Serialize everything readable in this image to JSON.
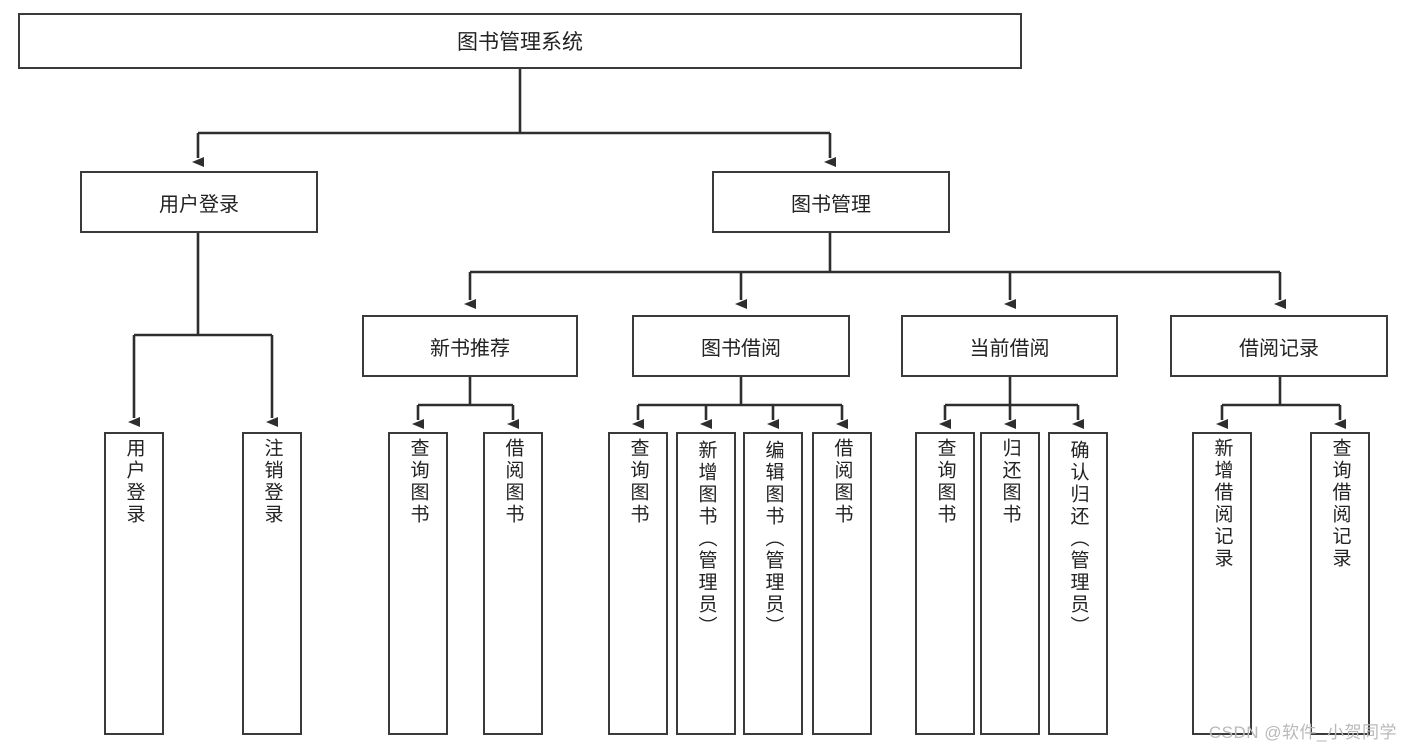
{
  "diagram": {
    "title": "图书管理系统",
    "type": "tree",
    "root": {
      "label": "图书管理系统"
    },
    "level1": [
      {
        "label": "用户登录"
      },
      {
        "label": "图书管理"
      }
    ],
    "level2": [
      {
        "label": "新书推荐"
      },
      {
        "label": "图书借阅"
      },
      {
        "label": "当前借阅"
      },
      {
        "label": "借阅记录"
      }
    ],
    "leaves": {
      "user_login": [
        {
          "label": "用户登录"
        },
        {
          "label": "注销登录"
        }
      ],
      "new_book_recommend": [
        {
          "label": "查询图书"
        },
        {
          "label": "借阅图书"
        }
      ],
      "book_borrow": [
        {
          "label": "查询图书"
        },
        {
          "label": "新增图书（管理员）"
        },
        {
          "label": "编辑图书（管理员）"
        },
        {
          "label": "借阅图书"
        }
      ],
      "current_borrow": [
        {
          "label": "查询图书"
        },
        {
          "label": "归还图书"
        },
        {
          "label": "确认归还（管理员）"
        }
      ],
      "borrow_record": [
        {
          "label": "新增借阅记录"
        },
        {
          "label": "查询借阅记录"
        }
      ]
    }
  },
  "watermark": {
    "text": "CSDN @软件_小贺同学"
  },
  "colors": {
    "border": "#3a3a3a",
    "text": "#222222",
    "background": "#ffffff",
    "watermark": "#b9b9b9"
  }
}
